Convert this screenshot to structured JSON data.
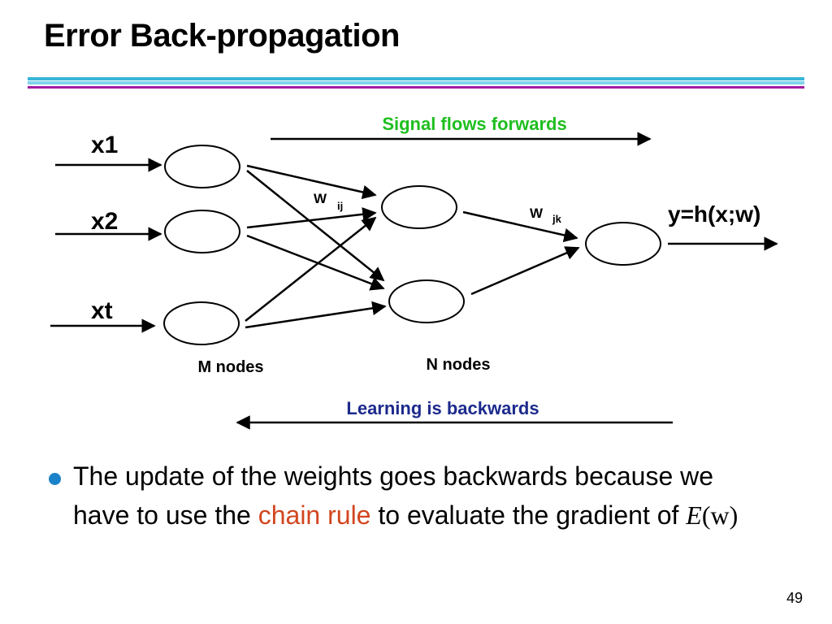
{
  "slide": {
    "title": "Error Back-propagation",
    "page_number": "49"
  },
  "diagram": {
    "signal_label": "Signal flows forwards",
    "learning_label": "Learning is backwards",
    "inputs": [
      "x1",
      "x2",
      "xt"
    ],
    "output_label": "y=h(x;w)",
    "weight_ij": {
      "base": "W",
      "sub": "ij"
    },
    "weight_jk": {
      "base": "W",
      "sub": "jk"
    },
    "m_nodes_label": "M nodes",
    "n_nodes_label": "N nodes",
    "colors": {
      "signal": "#1fbf1f",
      "learning": "#1c2a8c",
      "chain_rule": "#d2461f",
      "bullet": "#1a82c9"
    }
  },
  "bullet": {
    "text_before": "The update of the weights goes backwards because we have to use the ",
    "highlight": "chain rule",
    "text_after": " to evaluate the gradient of ",
    "math_symbol": "E",
    "math_arg": "(w)"
  }
}
